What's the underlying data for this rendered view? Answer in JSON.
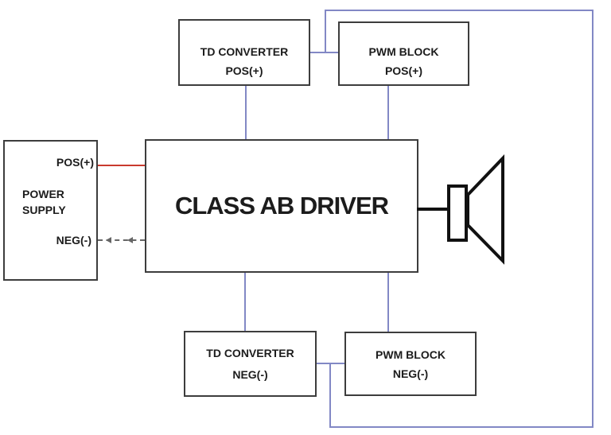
{
  "blocks": {
    "td_converter_pos": {
      "line1": "TD CONVERTER",
      "line2": "POS(+)"
    },
    "pwm_block_pos": {
      "line1": "PWM BLOCK",
      "line2": "POS(+)"
    },
    "power_supply": {
      "pos_terminal": "POS(+)",
      "line1": "POWER",
      "line2": "SUPPLY",
      "neg_terminal": "NEG(-)"
    },
    "class_ab_driver": {
      "label": "CLASS AB DRIVER"
    },
    "td_converter_neg": {
      "line1": "TD CONVERTER",
      "line2": "NEG(-)"
    },
    "pwm_block_neg": {
      "line1": "PWM BLOCK",
      "line2": "NEG(-)"
    }
  },
  "colors": {
    "wire_blue": "#8288c5",
    "wire_red": "#c93a2e",
    "wire_dashed": "#666666",
    "box_border": "#3d3d3d",
    "speaker_black": "#111111"
  }
}
